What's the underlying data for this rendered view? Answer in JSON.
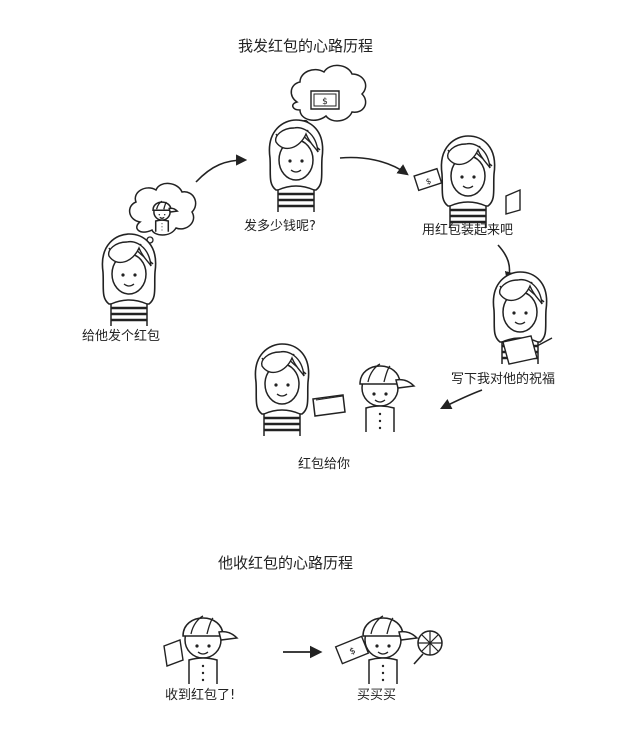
{
  "story1": {
    "title": "我发红包的心路历程",
    "steps": {
      "give": "给他发个红包",
      "how_much": "发多少钱呢?",
      "wrap": "用红包装起来吧",
      "write": "写下我对他的祝福",
      "handover": "红包给你"
    }
  },
  "story2": {
    "title": "他收红包的心路历程",
    "steps": {
      "received": "收到红包了!",
      "buy": "买买买"
    }
  }
}
